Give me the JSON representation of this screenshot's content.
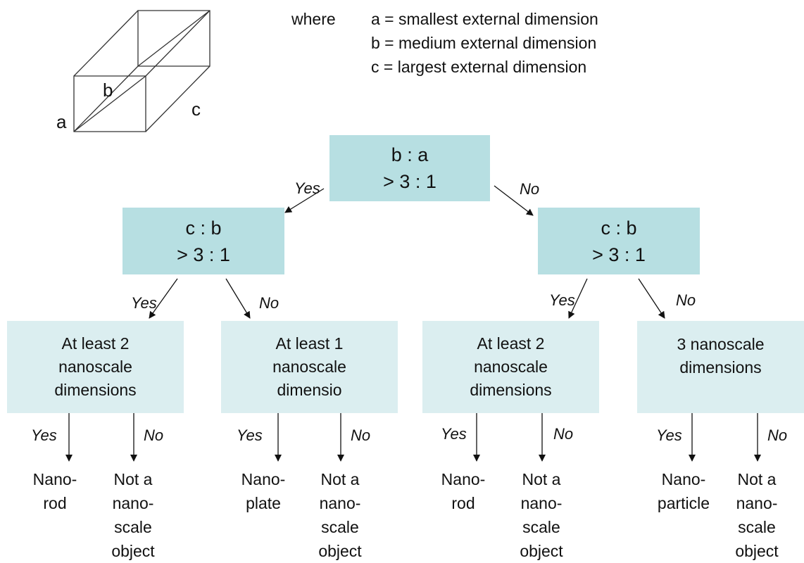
{
  "legend": {
    "where": "where",
    "lines": [
      "a = smallest external dimension",
      "b = medium external dimension",
      "c = largest external dimension"
    ]
  },
  "cuboid_labels": {
    "a": "a",
    "b": "b",
    "c": "c"
  },
  "root": {
    "line1": "b : a",
    "line2": "> 3 : 1"
  },
  "level1": [
    {
      "line1": "c : b",
      "line2": "> 3 : 1"
    },
    {
      "line1": "c : b",
      "line2": "> 3 : 1"
    }
  ],
  "level2": [
    {
      "lines": [
        "At least 2",
        "nanoscale",
        "dimensions"
      ]
    },
    {
      "lines": [
        "At least 1",
        "nanoscale",
        "dimensio"
      ]
    },
    {
      "lines": [
        "At least 2",
        "nanoscale",
        "dimensions"
      ]
    },
    {
      "lines": [
        "3 nanoscale",
        "dimensions"
      ]
    }
  ],
  "edges": {
    "yes": "Yes",
    "no": "No"
  },
  "leaves": [
    {
      "lines": [
        "Nano-",
        "rod"
      ]
    },
    {
      "lines": [
        "Not a",
        "nano-",
        "scale",
        "object"
      ]
    },
    {
      "lines": [
        "Nano-",
        "plate"
      ]
    },
    {
      "lines": [
        "Not a",
        "nano-",
        "scale",
        "object"
      ]
    },
    {
      "lines": [
        "Nano-",
        "rod"
      ]
    },
    {
      "lines": [
        "Not a",
        "nano-",
        "scale",
        "object"
      ]
    },
    {
      "lines": [
        "Nano-",
        "particle"
      ]
    },
    {
      "lines": [
        "Not a",
        "nano-",
        "scale",
        "object"
      ]
    }
  ]
}
